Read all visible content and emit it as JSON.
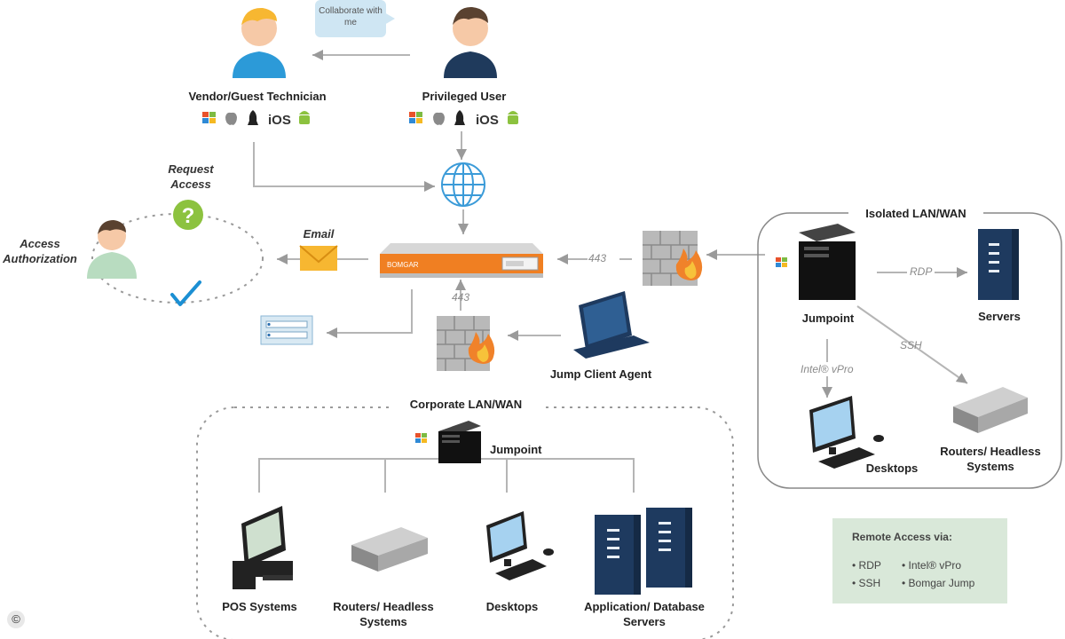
{
  "bubble_text": "Collaborate with me",
  "vendor_label": "Vendor/Guest Technician",
  "privileged_label": "Privileged User",
  "ios_text": "iOS",
  "request_access_label": "Request Access",
  "access_authorization_label": "Access Authorization",
  "email_label": "Email",
  "port_label": "443",
  "jump_client_label": "Jump Client Agent",
  "corporate_lan_label": "Corporate LAN/WAN",
  "corp_jumpoint_label": "Jumpoint",
  "endpoints": {
    "pos": "POS Systems",
    "routers": "Routers/ Headless Systems",
    "desktops": "Desktops",
    "app_db": "Application/ Database Servers"
  },
  "isolated": {
    "title": "Isolated LAN/WAN",
    "jumpoint": "Jumpoint",
    "servers": "Servers",
    "rdp": "RDP",
    "ssh": "SSH",
    "vpro": "Intel® vPro",
    "desktops": "Desktops",
    "routers": "Routers/ Headless Systems"
  },
  "legend": {
    "title": "Remote Access via:",
    "items": [
      "RDP",
      "Intel® vPro",
      "SSH",
      "Bomgar Jump"
    ]
  },
  "appliance_brand": "BOMGAR",
  "copyright": "©",
  "colors": {
    "appliance_orange": "#f07f22",
    "server_navy": "#1e3a5f",
    "person_blue": "#2c9ad8",
    "person_green": "#b8dcc0",
    "check_blue": "#1b8fd3",
    "question_green": "#8cc23f",
    "legend_bg": "#d9e8d9"
  }
}
